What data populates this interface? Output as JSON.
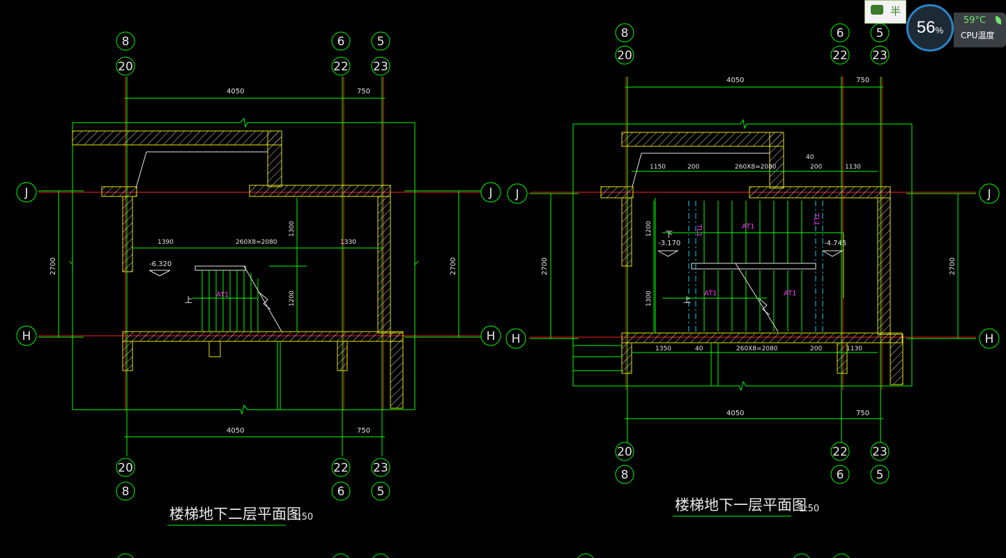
{
  "plans": [
    {
      "title": "楼梯地下二层平面图",
      "scale": "1:50",
      "axes_top_upper": [
        "8",
        "6",
        "5"
      ],
      "axes_top_lower": [
        "20",
        "22",
        "23"
      ],
      "axes_bottom_upper": [
        "20",
        "22",
        "23"
      ],
      "axes_bottom_lower": [
        "8",
        "6",
        "5"
      ],
      "axis_row_upper": "J",
      "axis_row_lower": "H",
      "dims_top": [
        "4050",
        "750"
      ],
      "dims_bottom": [
        "4050",
        "750"
      ],
      "dim_left": "2700",
      "dim_right": "2700",
      "dim_run": [
        "1390",
        "260X8=2080",
        "1330"
      ],
      "dim_vert": [
        "1300",
        "1200"
      ],
      "level": "-6.320",
      "stair_label": "AT1",
      "direction": "上"
    },
    {
      "title": "楼梯地下一层平面图",
      "scale": "1:50",
      "axes_top_upper": [
        "8",
        "6",
        "5"
      ],
      "axes_top_lower": [
        "20",
        "22",
        "23"
      ],
      "axes_bottom_upper": [
        "20",
        "22",
        "23"
      ],
      "axes_bottom_lower": [
        "8",
        "6",
        "5"
      ],
      "axis_row_upper": "J",
      "axis_row_lower": "H",
      "dims_top": [
        "4050",
        "750"
      ],
      "dims_bottom": [
        "4050",
        "750"
      ],
      "dim_left": "2700",
      "dim_right": "2700",
      "dim_run_top": [
        "1150",
        "200",
        "260X8=2080",
        "40",
        "200",
        "1130"
      ],
      "dim_run_bottom": [
        "1350",
        "40",
        "260X8=2080",
        "200",
        "1130"
      ],
      "dim_vert": [
        "1200",
        "1300"
      ],
      "level_left": "-3.170",
      "level_right": "-4.745",
      "stair_labels": [
        "AT1",
        "AT1",
        "AT1"
      ],
      "beam_labels": [
        "TL1",
        "TL1"
      ],
      "direction_down": "下",
      "direction_up": "上"
    }
  ],
  "widget": {
    "cpu_percent": "56",
    "percent_sign": "%",
    "temperature": "59°C",
    "cpu_label": "CPU温度",
    "thumb_text": "半"
  },
  "colors": {
    "background": "#000000",
    "lines": "#00ff00",
    "axis_lines": "#ff2020",
    "labels": "#ff30ff",
    "hidden": "#00d8ff"
  }
}
